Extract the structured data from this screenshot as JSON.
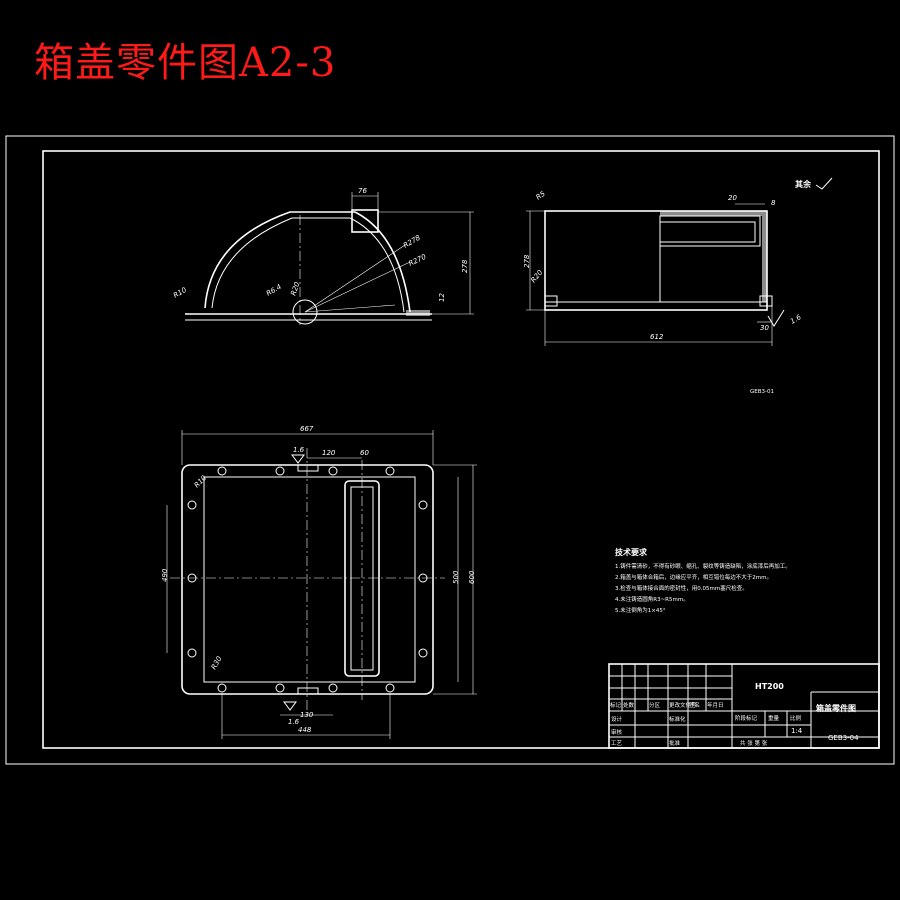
{
  "title": "箱盖零件图A2-3",
  "surface_note": "其余",
  "front_view": {
    "dim_top": "76",
    "dim_height": "278",
    "dim_radius_outer": "R278",
    "dim_radius_inner": "R270",
    "dim_r10": "R10",
    "dim_r20": "R20",
    "dim_hole": "R6.4",
    "dim_base": "12"
  },
  "side_view": {
    "dim_r5": "R5",
    "dim_20": "20",
    "dim_8": "8",
    "dim_height": "278",
    "dim_r20": "R20",
    "dim_width": "612",
    "dim_30": "30",
    "roughness": "1.6",
    "view_label": "GEB3-01"
  },
  "plan_view": {
    "dim_overall": "667",
    "dim_16": "1.6",
    "dim_120": "120",
    "dim_60": "60",
    "dim_r10": "R10",
    "dim_r30": "R30",
    "dim_490": "490",
    "dim_500": "500",
    "dim_600": "600",
    "dim_130": "130",
    "dim_448": "448",
    "dim_16b": "1.6"
  },
  "tech_req": {
    "heading": "技术要求",
    "items": [
      "1.铸件需清砂，不得有砂眼、缩孔、裂纹等铸造缺陷，涂底漆后再加工。",
      "2.箱盖与箱体合箱后，边缘应平齐，相互错位每边不大于2mm。",
      "3.检查与箱体接合面的密封性，用0.05mm塞尺检查。",
      "4.未注铸造圆角R3~R5mm。",
      "5.未注倒角为1×45°"
    ]
  },
  "title_block": {
    "material": "HT200",
    "part_name": "箱盖零件图",
    "drawing_no": "GEB3-04",
    "scale": "1:4",
    "row_labels": [
      "标记",
      "处数",
      "分区",
      "更改文件号",
      "签名",
      "年月日"
    ],
    "design": "设计",
    "std": "标准化",
    "check": "审核",
    "process": "工艺",
    "approve": "批准",
    "stage_label": "阶段标记",
    "weight_label": "重量",
    "scale_label": "比例",
    "sheets": "共 张 第 张"
  }
}
